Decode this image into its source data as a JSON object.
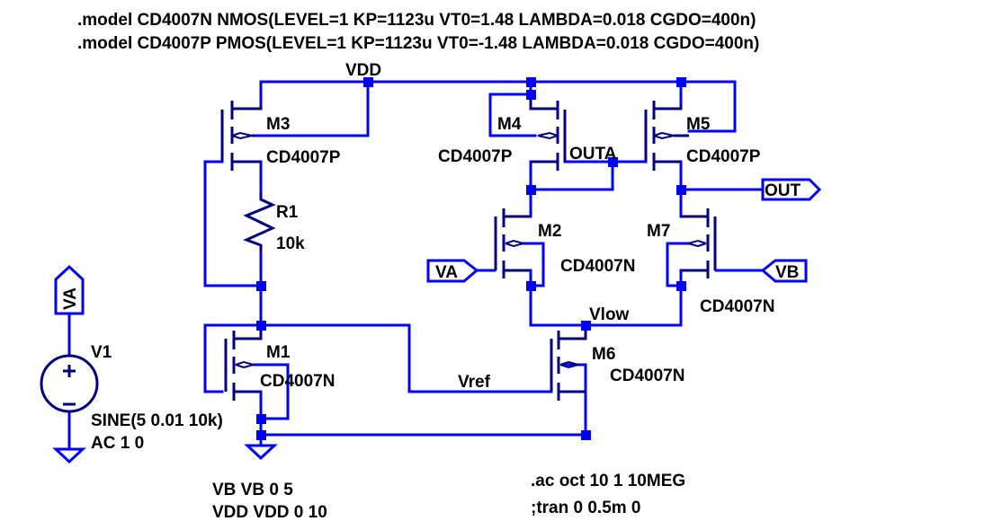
{
  "directives": {
    "model_n": ".model CD4007N NMOS(LEVEL=1 KP=1123u VT0=1.48 LAMBDA=0.018 CGDO=400n)",
    "model_p": ".model CD4007P PMOS(LEVEL=1 KP=1123u VT0=-1.48 LAMBDA=0.018 CGDO=400n)",
    "ac": ".ac oct 10 1 10MEG",
    "tran": ";tran 0 0.5m 0",
    "vb_source": "VB VB 0 5",
    "vdd_source": "VDD VDD 0 10"
  },
  "nets": {
    "vdd": "VDD",
    "outa": "OUTA",
    "vlow": "Vlow",
    "vref": "Vref"
  },
  "flags": {
    "out": "OUT",
    "va_in": "VA",
    "vb_in": "VB",
    "va_source": "VA"
  },
  "components": {
    "m1": {
      "name": "M1",
      "model": "CD4007N"
    },
    "m2": {
      "name": "M2",
      "model": "CD4007N"
    },
    "m3": {
      "name": "M3",
      "model": "CD4007P"
    },
    "m4": {
      "name": "M4",
      "model": "CD4007P"
    },
    "m5": {
      "name": "M5",
      "model": "CD4007P"
    },
    "m6": {
      "name": "M6",
      "model": "CD4007N"
    },
    "m7": {
      "name": "M7",
      "model": "CD4007N"
    },
    "r1": {
      "name": "R1",
      "value": "10k"
    },
    "v1": {
      "name": "V1",
      "value": "SINE(5 0.01 10k)",
      "ac": "AC 1 0",
      "plus": "+",
      "minus": "−"
    }
  },
  "colors": {
    "wire": "#0000ff",
    "device": "#000080",
    "text": "#000000",
    "background": "#ffffff"
  }
}
